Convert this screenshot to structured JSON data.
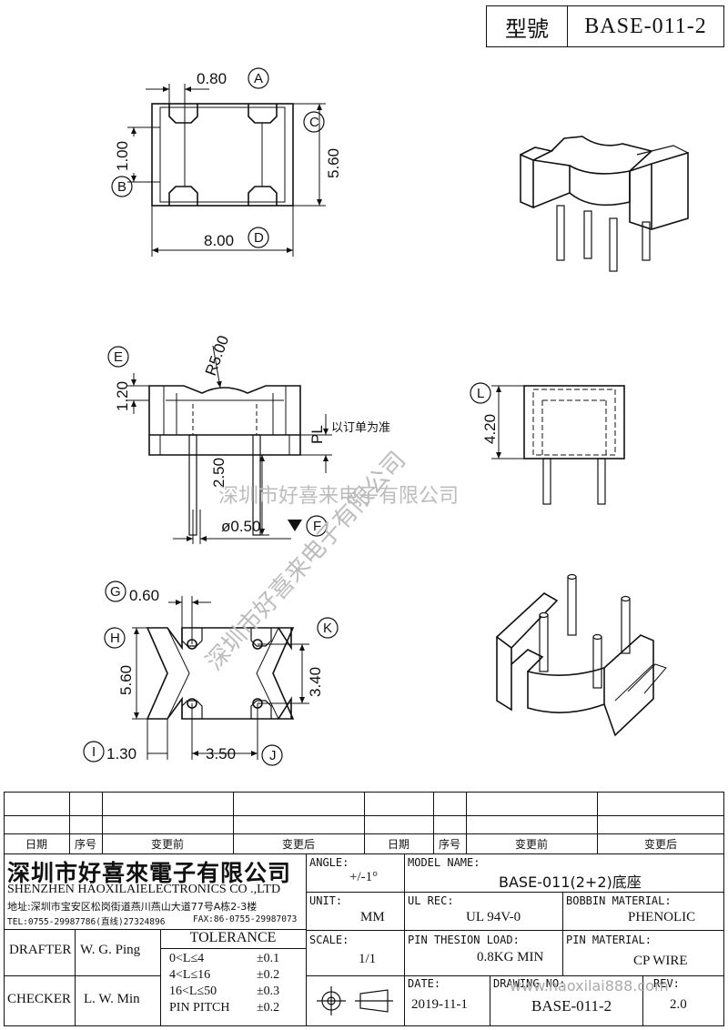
{
  "model_label": "型號",
  "model_value": "BASE-011-2",
  "dims": {
    "A": "0.80",
    "B": "1.00",
    "C": "5.60",
    "D": "8.00",
    "E": "1.20",
    "R": "R5.00",
    "PL": "PL",
    "PL_note": "以订单为准",
    "pin_len": "2.50",
    "F": "ø0.50",
    "G": "0.60",
    "H": "5.60",
    "K": "3.40",
    "I": "1.30",
    "J": "3.50",
    "L": "4.20"
  },
  "callouts": [
    "A",
    "B",
    "C",
    "D",
    "E",
    "F",
    "G",
    "H",
    "I",
    "J",
    "K",
    "L"
  ],
  "watermark": "深圳市好喜来电子有限公司",
  "revision_table": {
    "headers": [
      "日期",
      "序号",
      "变更前",
      "变更后",
      "日期",
      "序号",
      "变更前",
      "变更后"
    ]
  },
  "company": {
    "name_cn": "深圳市好喜來電子有限公司",
    "name_en": "SHENZHEN  HAOXILAIELECTRONICS  CO .,LTD",
    "address": "地址:深圳市宝安区松岗街道燕川燕山大道77号A栋2-3楼",
    "tel": "TEL:0755-29987786(直线)27324896",
    "fax": "FAX:86-0755-29987073"
  },
  "fields": {
    "angle_label": "ANGLE:",
    "angle_value": "+/-1°",
    "model_name_label": "MODEL NAME:",
    "model_name_value": "BASE-011(2+2)底座",
    "unit_label": "UNIT:",
    "unit_value": "MM",
    "ul_label": "UL REC:",
    "ul_value": "UL 94V-0",
    "bobbin_label": "BOBBIN MATERIAL:",
    "bobbin_value": "PHENOLIC",
    "scale_label": "SCALE:",
    "scale_value": "1/1",
    "pin_load_label": "PIN THESION LOAD:",
    "pin_load_value": "0.8KG MIN",
    "pin_mat_label": "PIN MATERIAL:",
    "pin_mat_value": "CP  WIRE",
    "date_label": "DATE:",
    "date_value": "2019-11-1",
    "drawing_label": "DRAWING NO:",
    "drawing_value": "BASE-011-2",
    "rev_label": "REV:",
    "rev_value": "2.0",
    "drafter_label": "DRAFTER",
    "drafter_value": "W. G. Ping",
    "checker_label": "CHECKER",
    "checker_value": "L. W. Min",
    "tolerance_label": "TOLERANCE",
    "tol_rows": [
      {
        "range": "0<L≤4",
        "tol": "±0.1"
      },
      {
        "range": "4<L≤16",
        "tol": "±0.2"
      },
      {
        "range": "16<L≤50",
        "tol": "±0.3"
      },
      {
        "range": "PIN PITCH",
        "tol": "±0.2"
      }
    ],
    "website": "www.haoxilai888.com"
  }
}
